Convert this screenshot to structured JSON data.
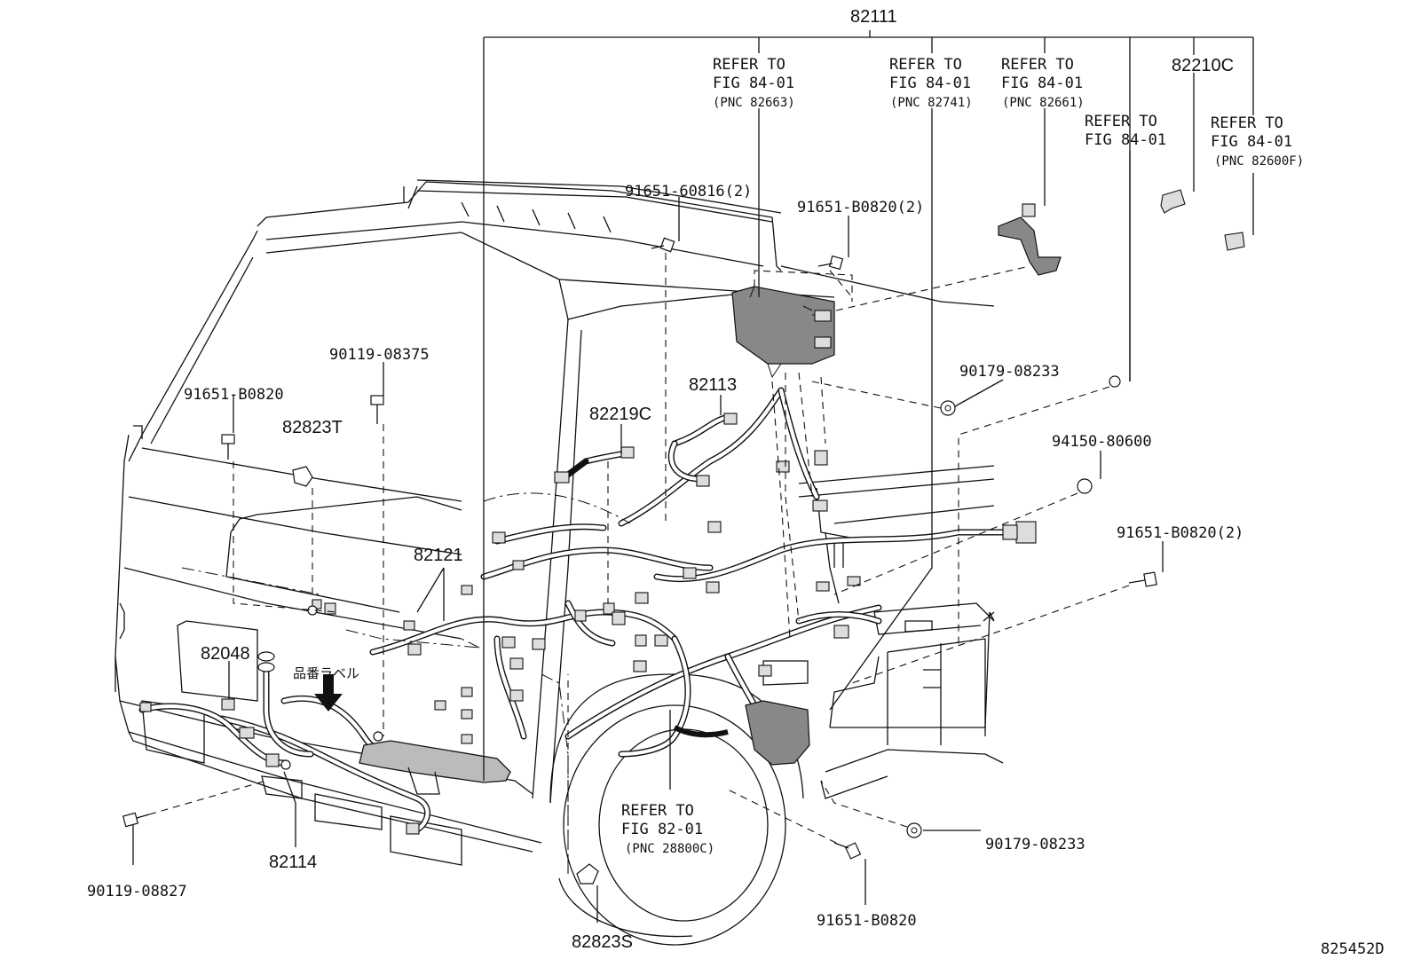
{
  "diagram": {
    "figure_code": "825452D",
    "japanese_label": "品番ラベル",
    "callouts": {
      "top_group": "82111",
      "refer_1": {
        "line1": "REFER TO",
        "line2": "FIG 84-01",
        "line3": "(PNC 82663)"
      },
      "refer_2": {
        "line1": "REFER TO",
        "line2": "FIG 84-01",
        "line3": "(PNC 82741)"
      },
      "refer_3": {
        "line1": "REFER TO",
        "line2": "FIG 84-01",
        "line3": "(PNC 82661)"
      },
      "refer_4": {
        "line1": "REFER TO",
        "line2": "FIG 84-01"
      },
      "refer_5": {
        "line1": "REFER TO",
        "line2": "FIG 84-01",
        "line3": "(PNC 82600F)"
      },
      "refer_6": {
        "line1": "REFER TO",
        "line2": "FIG 82-01",
        "line3": "(PNC 28800C)"
      },
      "p82210C": "82210C",
      "bolt_60816": "91651-60816(2)",
      "bolt_b0820_2_top": "91651-B0820(2)",
      "screw_08375": "90119-08375",
      "bolt_b0820_left": "91651-B0820",
      "p82823T": "82823T",
      "p82219C": "82219C",
      "p82113": "82113",
      "nut_08233_top": "90179-08233",
      "nut_80600": "94150-80600",
      "bolt_b0820_2_right": "91651-B0820(2)",
      "p82121": "82121",
      "p82048": "82048",
      "p82114": "82114",
      "screw_08827": "90119-08827",
      "nut_08233_bottom": "90179-08233",
      "bolt_b0820_bottom": "91651-B0820",
      "p82823S": "82823S"
    }
  }
}
